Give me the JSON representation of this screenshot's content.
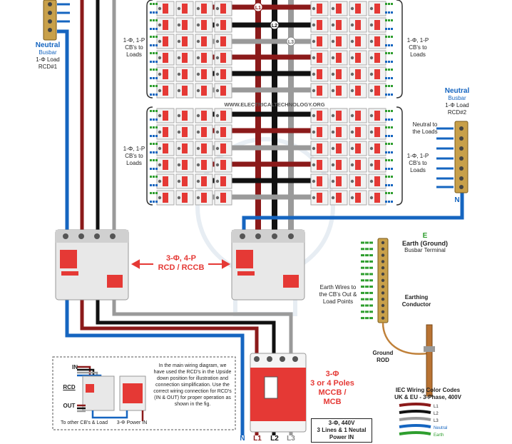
{
  "colors": {
    "L1": "#8b1a1a",
    "L2": "#111111",
    "L3": "#9a9a9a",
    "N": "#1565c0",
    "E": "#2e9e2e",
    "accent_red": "#e53935"
  },
  "neutral_busbar_1": {
    "title": "Neutral",
    "subtitle": "Busbar",
    "load": "1-Φ Load",
    "rcd": "RCD#1"
  },
  "neutral_busbar_2": {
    "title": "Neutral",
    "subtitle": "Busbar",
    "load": "1-Φ Load",
    "rcd": "RCD#2",
    "neutral_to_loads": "Neutral to the Loads",
    "n_label": "N"
  },
  "cb_labels": {
    "top_left": "1-Φ, 1-P CB's to Loads",
    "top_right": "1-Φ, 1-P CB's to Loads",
    "bottom_left": "1-Φ, 1-P CB's to Loads",
    "bottom_right": "1-Φ, 1-P CB's to Loads"
  },
  "watermark": "WWW.ELECTRICALTECHNOLOGY.ORG",
  "bus_labels": {
    "L1": "L1",
    "L2": "L2",
    "L3": "L3"
  },
  "rcd_label": {
    "line1": "3-Φ, 4-P",
    "line2": "RCD / RCCB"
  },
  "earth_terminal": {
    "letter": "E",
    "title": "Earth (Ground)",
    "subtitle": "Busbar Terminal"
  },
  "earth_wires_note": "Earth Wires to the CB's Out & Load Points",
  "earthing_conductor": "Earthing Conductor",
  "ground_rod": "Ground ROD",
  "mccb_label": {
    "line1": "3-Φ",
    "line2": "3 or 4 Poles",
    "line3": "MCCB / MCB"
  },
  "power_in": {
    "line1": "3-Φ, 440V",
    "line2": "3 Lines & 1 Neutal",
    "line3": "Power IN"
  },
  "bottom_labels": {
    "N": "N",
    "L1": "L1",
    "L2": "L2",
    "L3": "L3"
  },
  "inset": {
    "in": "IN",
    "rcd": "RCD",
    "out": "OUT",
    "to_other": "To other CB's & Load",
    "power_in": "3-Φ Power IN",
    "note": "In the main wiring diagram, we have used the RCD's in the Upside down position for illustration and connection simplification. Use the correct wiring connection for RCD's (IN & OUT) for proper operation as shown in the fig."
  },
  "legend": {
    "title1": "IEC Wiring Color Codes",
    "title2": "UK & EU - 3-Phase, 400V",
    "items": [
      "L1",
      "L2",
      "L3",
      "Neutral",
      "Earth"
    ]
  }
}
